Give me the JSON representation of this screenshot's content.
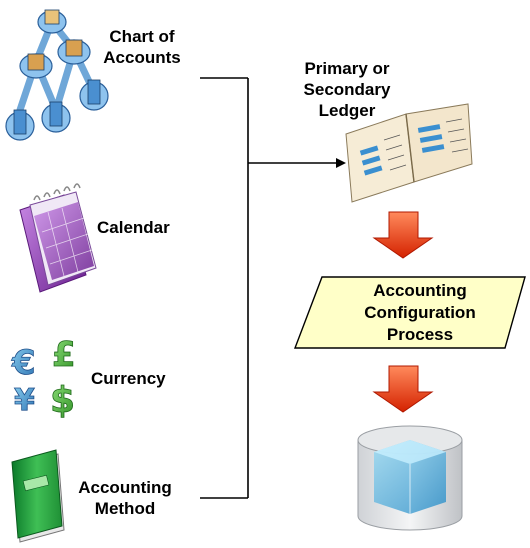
{
  "inputs": {
    "chart_of_accounts": {
      "line1": "Chart of",
      "line2": "Accounts",
      "icon": "hierarchy-buildings-icon"
    },
    "calendar": {
      "label": "Calendar",
      "icon": "calendar-icon"
    },
    "currency": {
      "label": "Currency",
      "icon": "currency-symbols-icon"
    },
    "accounting_method": {
      "line1": "Accounting",
      "line2": "Method",
      "icon": "green-book-icon"
    }
  },
  "ledger": {
    "line1": "Primary or",
    "line2": "Secondary",
    "line3": "Ledger",
    "icon": "open-ledger-book-icon"
  },
  "process": {
    "line1": "Accounting",
    "line2": "Configuration",
    "line3": "Process"
  },
  "output": {
    "icon": "database-cylinder-icon"
  },
  "colors": {
    "arrow": "#e8360e",
    "process_fill": "#ffffc8",
    "connector": "#000000",
    "cylinder": "#b9e6f4"
  }
}
